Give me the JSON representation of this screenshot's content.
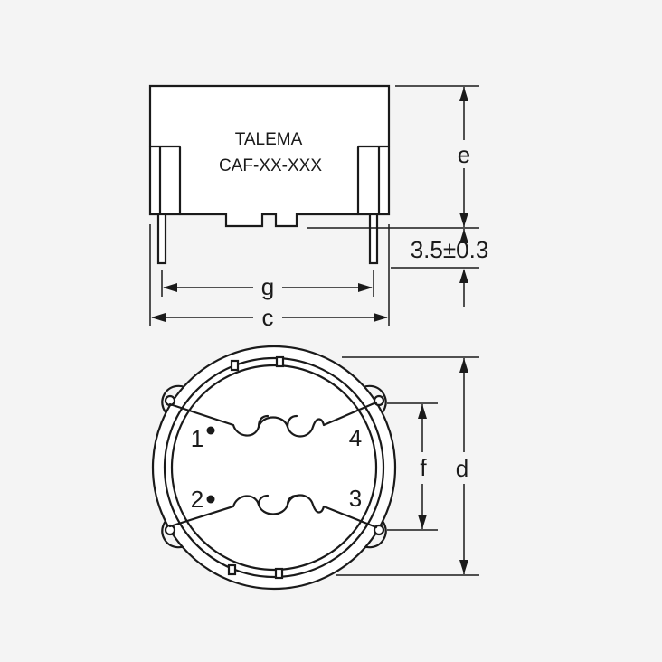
{
  "side_view": {
    "brand": "TALEMA",
    "part_number": "CAF-XX-XXX",
    "dim_height": "e",
    "dim_pin_length": "3.5±0.3",
    "dim_pin_spacing": "g",
    "dim_overall_width": "c"
  },
  "top_view": {
    "pin_1": "1",
    "pin_2": "2",
    "pin_3": "3",
    "pin_4": "4",
    "dim_pin_pitch": "f",
    "dim_diameter": "d"
  },
  "colors": {
    "line": "#1a1a1a",
    "background": "#f4f4f4",
    "body_fill": "#ffffff"
  }
}
